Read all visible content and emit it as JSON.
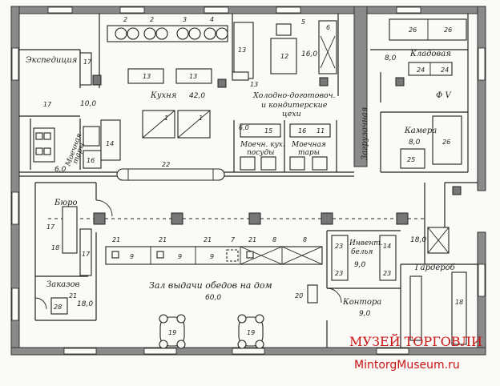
{
  "rooms": {
    "expedition": {
      "label": "Экспедиция",
      "area": "10,0"
    },
    "kitchen": {
      "label": "Кухня",
      "area": "42,0"
    },
    "cold_shop": {
      "line1": "Холодно-доготовоч.",
      "line2": "и кондитерские",
      "line3": "цехи",
      "area": "16,0"
    },
    "storeroom": {
      "label": "Кладовая",
      "area": "8,0"
    },
    "loading": {
      "label": "Загрузочная"
    },
    "chamber": {
      "label": "Камера",
      "area": "8,0"
    },
    "wash_tare_left": {
      "line1": "Моечная",
      "line2": "тары",
      "area": "6,0"
    },
    "wash_dishes": {
      "line1": "Моечн. кух.",
      "line2": "посуды",
      "area": "6,0"
    },
    "wash_tare_right": {
      "line1": "Моечная",
      "line2": "тары"
    },
    "bureau": {
      "label": "Бюро"
    },
    "orders": {
      "label": "Заказов",
      "area": "18,0"
    },
    "hall": {
      "label": "Зал выдачи обедов на дом",
      "area": "60,0"
    },
    "linen": {
      "line1": "Инвент.",
      "line2": "белья",
      "area": "9,0"
    },
    "wardrobe": {
      "label": "Гардероб",
      "area": "18,0"
    },
    "office": {
      "label": "Контора",
      "area": "9,0"
    }
  },
  "phi_label": "Ф V",
  "numbers": {
    "n2": "2",
    "n3": "3",
    "n4": "4",
    "n5": "5",
    "n6": "6",
    "n7": "7",
    "n8": "8",
    "n9": "9",
    "n12": "12",
    "n13": "13",
    "n14": "14",
    "n15": "15",
    "n16": "16",
    "n17": "17",
    "n18": "18",
    "n19": "19",
    "n20": "20",
    "n21": "21",
    "n22": "22",
    "n23": "23",
    "n24": "24",
    "n25": "25",
    "n26": "26",
    "n28": "28",
    "n1": "1",
    "n11": "11"
  },
  "watermark": {
    "line1": "МУЗЕЙ ТОРГОВЛИ",
    "line2": "MintorgMuseum.ru"
  }
}
